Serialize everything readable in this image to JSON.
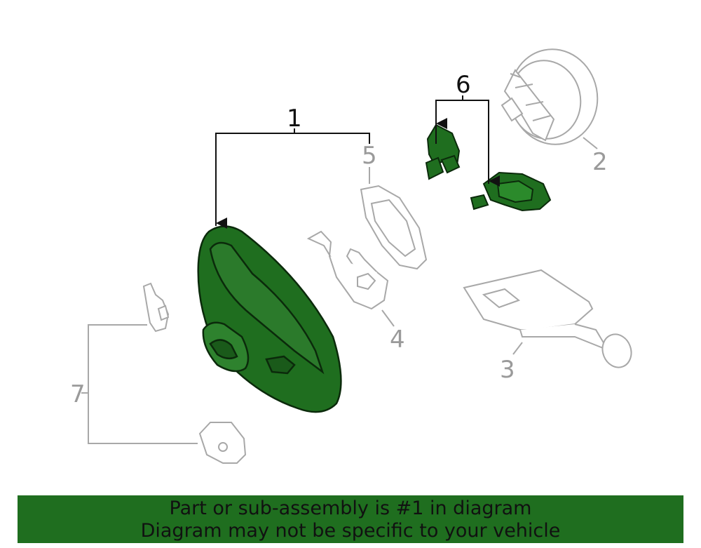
{
  "colors": {
    "highlight_fill": "#1f6e1f",
    "highlight_stroke": "#0b2a0b",
    "muted_stroke": "#a8a8a8",
    "active_line": "#111111",
    "banner_bg": "#1f6e1f"
  },
  "callouts": {
    "c1": "1",
    "c2": "2",
    "c3": "3",
    "c4": "4",
    "c5": "5",
    "c6": "6",
    "c7": "7"
  },
  "banner": {
    "line1": "Part or sub-assembly is #1 in diagram",
    "line2": "Diagram may not be specific to your vehicle"
  }
}
